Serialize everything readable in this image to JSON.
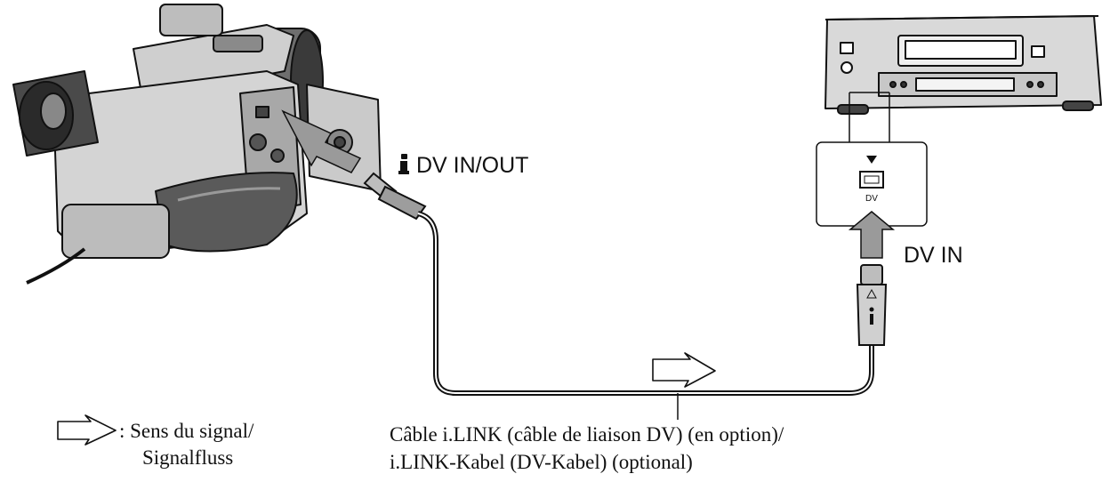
{
  "labels": {
    "camcorder_port": "DV IN/OUT",
    "vcr_port": "DV IN",
    "vcr_panel_port": "DV",
    "cable_line1": "Câble i.LINK (câble de liaison DV) (en option)/",
    "cable_line2": "i.LINK-Kabel (DV-Kabel) (optional)",
    "legend_line1": ": Sens du signal/",
    "legend_line2": "Signalfluss"
  },
  "icons": {
    "port_mark": "i-link-icon",
    "signal": "signal-flow-arrow-icon"
  },
  "colors": {
    "line": "#111111",
    "device_body": "#d9d9d9",
    "device_dark": "#6e6e6e",
    "arrow_fill": "#9a9a9a"
  }
}
